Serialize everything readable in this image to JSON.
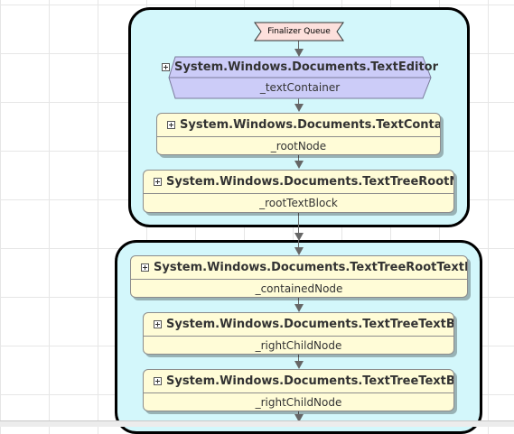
{
  "root": {
    "label": "Finalizer Queue"
  },
  "group1": {
    "nodes": [
      {
        "title": "System.Windows.Documents.TextEditor",
        "field": "_textContainer"
      },
      {
        "title": "System.Windows.Documents.TextContainer",
        "field": "_rootNode"
      },
      {
        "title": "System.Windows.Documents.TextTreeRootNode",
        "field": "_rootTextBlock"
      }
    ]
  },
  "group2": {
    "nodes": [
      {
        "title": "System.Windows.Documents.TextTreeRootTextBlock",
        "field": "_containedNode"
      },
      {
        "title": "System.Windows.Documents.TextTreeTextBlock",
        "field": "_rightChildNode"
      },
      {
        "title": "System.Windows.Documents.TextTreeTextBlock",
        "field": "_rightChildNode"
      }
    ]
  },
  "colors": {
    "group_fill": "#d3f7fb",
    "node_fill": "#fffcd7",
    "root_node_fill": "#ccccf8",
    "finalizer_fill": "#fde0dc"
  }
}
